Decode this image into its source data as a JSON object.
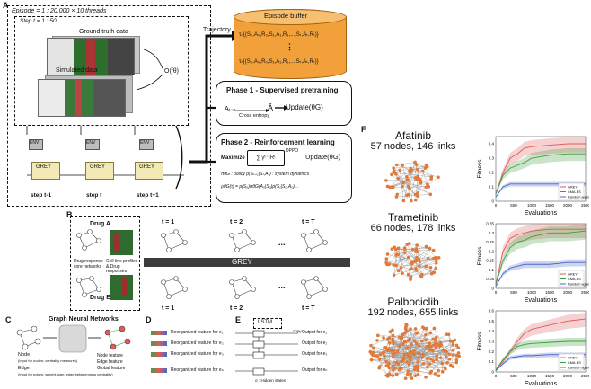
{
  "panel_a": {
    "letter": "A",
    "episode_label": "Episode = 1 : 20,000 × 10 threads",
    "step_label": "Step t = 1 : 50",
    "ground_truth_label": "Ground truth data",
    "simulated_label": "Simulated data",
    "fitness_label": "O(fθ)",
    "trajectory_label": "Trajectory",
    "buffer_title": "Episode buffer",
    "buffer_row1": "τ₀{(S₀,A₀,R₀,S₁,A₁,R₁,...,Sₜ,Aₜ,Rₜ)}",
    "buffer_row2": "τₙ{(S₀,A₀,R₀,S₁,A₁,R₁,...,Sₜ,Aₜ,Rₜ)}",
    "phase1_title": "Phase 1 - Supervised pretraining",
    "phase1_at": "Aₜ₋₁",
    "phase1_ahat": "Â",
    "phase1_cross": "Cross entropy",
    "phase1_update": "Update(θG)",
    "phase2_title": "Phase 2 - Reinforcement learning",
    "phase2_maximize": "Maximize",
    "phase2_dppo": "DPPO",
    "phase2_update": "Update(θG)",
    "phase2_policy": "πθG : policy   p(Sₜ₊₁|Sₜ,Aₜ) : system dynamics",
    "phase2_rho": "ρθG(τ) = p(S₀)πθG(A₀|S₀)p(S₁|S₀,A₀)...",
    "grey": "GREY",
    "env": "ENV",
    "steps": [
      "step t-1",
      "step t",
      "step t+1"
    ]
  },
  "panel_b": {
    "letter": "B",
    "drug_a": "Drug A",
    "drug_b": "Drug B",
    "cores": "Drug response core networks",
    "profiles": "Cell line profiles & Drug responses",
    "grey_bar": "GREY",
    "times_top": [
      "t = 1",
      "t = 2",
      "t = T"
    ],
    "times_bottom": [
      "t = 1",
      "t = 2",
      "t = T"
    ],
    "dots": "..."
  },
  "panel_c": {
    "letter": "C",
    "title": "Graph Neural Networks",
    "node": "Node",
    "node_sub": "(Input for nodes: centrality measures)",
    "edge": "Edge",
    "edge_sub": "(Input for edges: weight, sign, edge betweenness centrality)",
    "legend": [
      "Node feature",
      "Edge feature",
      "Global feature"
    ]
  },
  "panel_d": {
    "letter": "D",
    "rows": [
      "Reorganized feature for e₁",
      "Reorganized feature for e₂",
      "Reorganized feature for e₃",
      "Reorganized feature for eₙ"
    ]
  },
  "panel_e": {
    "letter": "E",
    "lstm": "LSTM",
    "copy": "copy",
    "outputs": [
      "Output for e₁",
      "Output for e₂",
      "Output for e₃",
      "Output for eₙ"
    ],
    "hidden": "σ : Hidden states"
  },
  "panel_f": {
    "letter": "F",
    "drugs": [
      {
        "name": "Afatinib",
        "stats": "57 nodes, 146 links"
      },
      {
        "name": "Trametinib",
        "stats": "66 nodes, 178 links"
      },
      {
        "name": "Palbociclib",
        "stats": "192 nodes, 655 links"
      }
    ],
    "ylabel": "Fitness",
    "xlabel": "Evaluations",
    "legend": [
      "GREY",
      "CMA-ES",
      "Random agent"
    ],
    "colors": {
      "grey": "#e05a5a",
      "cma": "#3f9e3f",
      "random": "#4a66c9",
      "node": "#e07a3a"
    }
  },
  "chart_data": [
    {
      "type": "line",
      "xlabel": "Evaluations",
      "ylabel": "Fitness",
      "ylim": [
        0,
        0.45
      ],
      "xlim": [
        0,
        2500
      ],
      "x_ticks": [
        0,
        500,
        1000,
        1500,
        2000,
        2500
      ],
      "y_ticks": [
        0,
        0.1,
        0.2,
        0.3,
        0.4
      ],
      "x": [
        0,
        200,
        400,
        600,
        800,
        1000,
        1500,
        2000,
        2500
      ],
      "series": [
        {
          "name": "GREY",
          "values": [
            0.05,
            0.2,
            0.3,
            0.33,
            0.37,
            0.38,
            0.39,
            0.4,
            0.4
          ]
        },
        {
          "name": "CMA-ES",
          "values": [
            0.05,
            0.18,
            0.23,
            0.25,
            0.27,
            0.3,
            0.32,
            0.33,
            0.33
          ]
        },
        {
          "name": "Random agent",
          "values": [
            0.03,
            0.1,
            0.12,
            0.12,
            0.12,
            0.12,
            0.12,
            0.12,
            0.12
          ]
        }
      ]
    },
    {
      "type": "line",
      "xlabel": "Evaluations",
      "ylabel": "Fitness",
      "ylim": [
        0,
        0.35
      ],
      "xlim": [
        0,
        2500
      ],
      "x_ticks": [
        0,
        500,
        1000,
        1500,
        2000,
        2500
      ],
      "y_ticks": [
        0,
        0.05,
        0.1,
        0.15,
        0.2,
        0.25,
        0.3,
        0.35
      ],
      "x": [
        0,
        200,
        400,
        600,
        800,
        1000,
        1500,
        2000,
        2500
      ],
      "series": [
        {
          "name": "GREY",
          "values": [
            0.02,
            0.2,
            0.27,
            0.29,
            0.3,
            0.31,
            0.32,
            0.32,
            0.32
          ]
        },
        {
          "name": "CMA-ES",
          "values": [
            0.02,
            0.15,
            0.22,
            0.25,
            0.26,
            0.28,
            0.3,
            0.3,
            0.31
          ]
        },
        {
          "name": "Random agent",
          "values": [
            0.01,
            0.08,
            0.11,
            0.12,
            0.13,
            0.13,
            0.13,
            0.14,
            0.14
          ]
        }
      ]
    },
    {
      "type": "line",
      "xlabel": "Evaluations",
      "ylabel": "Fitness",
      "ylim": [
        0,
        0.6
      ],
      "xlim": [
        0,
        2500
      ],
      "x_ticks": [
        0,
        500,
        1000,
        1500,
        2000,
        2500
      ],
      "y_ticks": [
        0,
        0.1,
        0.2,
        0.3,
        0.4,
        0.5,
        0.6
      ],
      "x": [
        0,
        200,
        400,
        600,
        800,
        1000,
        1500,
        2000,
        2500
      ],
      "series": [
        {
          "name": "GREY",
          "values": [
            0.02,
            0.1,
            0.2,
            0.3,
            0.38,
            0.42,
            0.46,
            0.5,
            0.52
          ]
        },
        {
          "name": "CMA-ES",
          "values": [
            0.02,
            0.12,
            0.2,
            0.25,
            0.27,
            0.28,
            0.29,
            0.3,
            0.3
          ]
        },
        {
          "name": "Random agent",
          "values": [
            0.01,
            0.08,
            0.14,
            0.15,
            0.16,
            0.16,
            0.17,
            0.17,
            0.17
          ]
        }
      ]
    }
  ]
}
